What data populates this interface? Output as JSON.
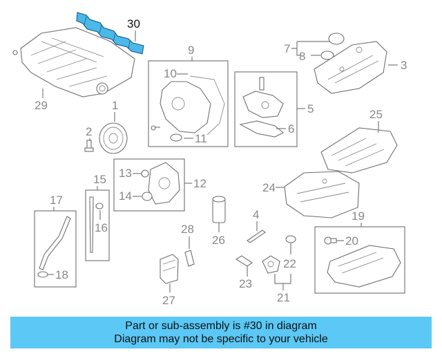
{
  "diagram": {
    "labels": [
      "30",
      "29",
      "9",
      "10",
      "11",
      "1",
      "2",
      "7",
      "8",
      "3",
      "5",
      "6",
      "25",
      "13",
      "12",
      "14",
      "15",
      "16",
      "17",
      "18",
      "24",
      "26",
      "4",
      "28",
      "19",
      "20",
      "22",
      "23",
      "21",
      "27"
    ],
    "highlight_color": "#4ab8e8"
  },
  "banner": {
    "line1": "Part or sub-assembly is #30 in diagram",
    "line2": "Diagram may not be specific to your vehicle",
    "color": "#5bc8f5"
  }
}
